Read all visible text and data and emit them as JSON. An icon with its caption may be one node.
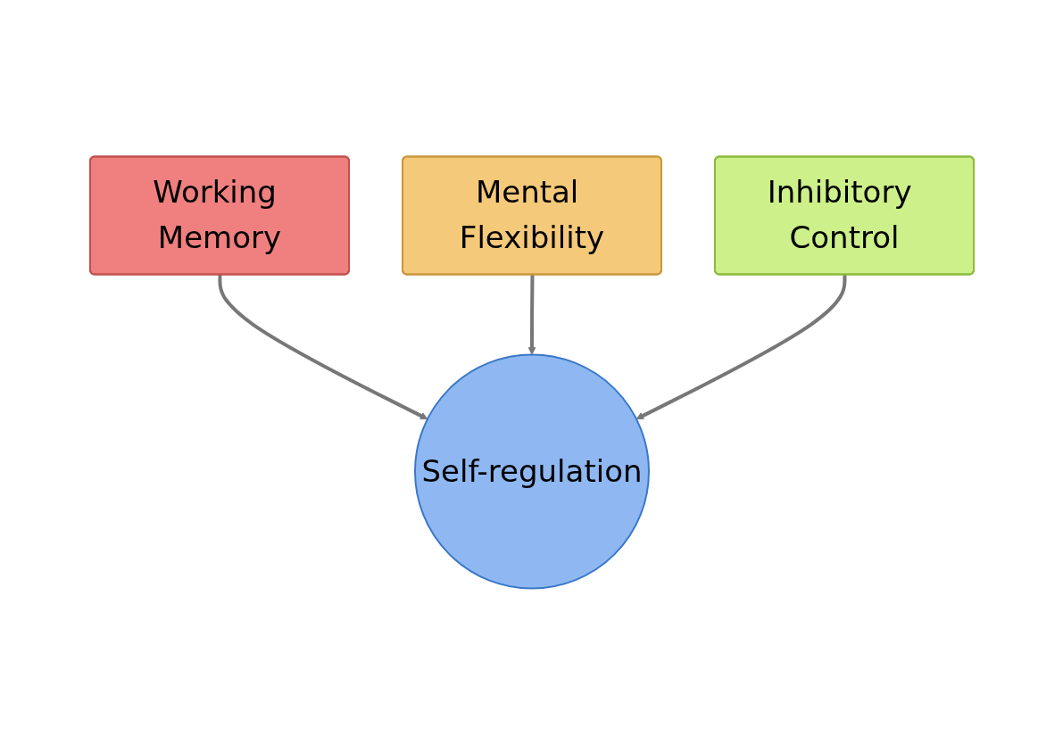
{
  "diagram": {
    "nodes": [
      {
        "text": [
          "Working Memory"
        ]
      },
      {
        "text": [
          "Mental Flexibility"
        ]
      },
      {
        "text": [
          "Inhibitory Control"
        ]
      },
      {
        "text": [
          "Self-regulation"
        ]
      }
    ],
    "edges": [
      {
        "from": 0,
        "to": 3,
        "arrow": "to"
      },
      {
        "from": 1,
        "to": 3,
        "arrow": "to"
      },
      {
        "from": 2,
        "to": 3,
        "arrow": "to"
      }
    ]
  }
}
